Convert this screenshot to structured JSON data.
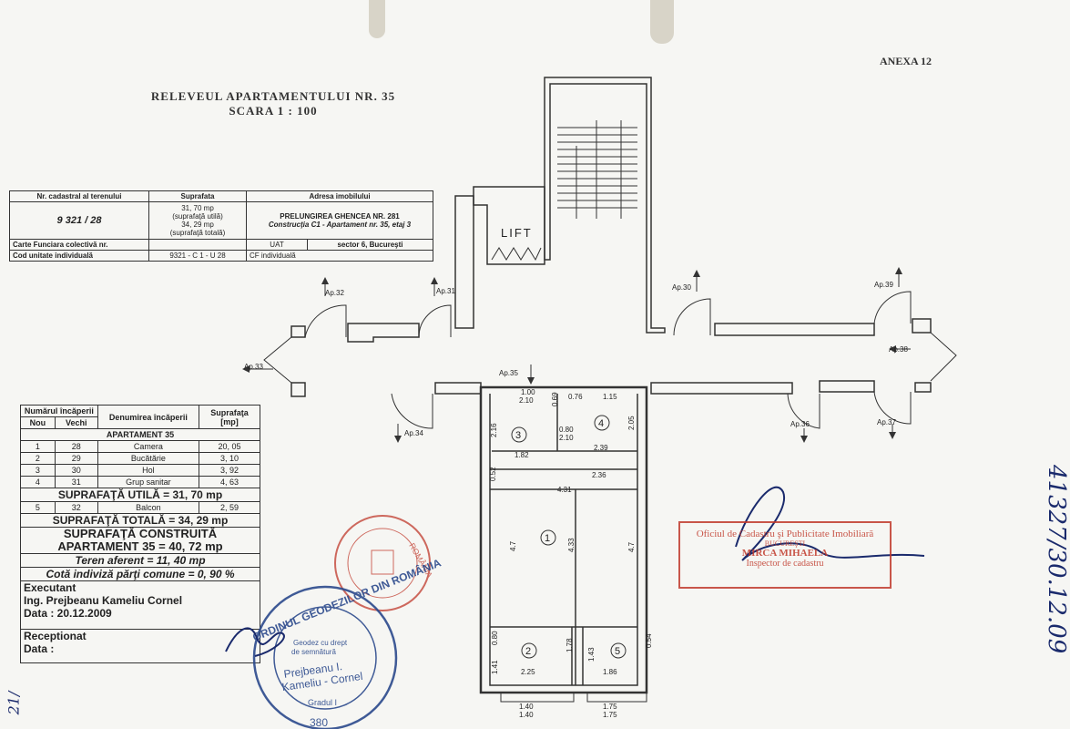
{
  "header": {
    "anexa": "ANEXA 12",
    "title_line1": "RELEVEUL APARTAMENTULUI NR. 35",
    "title_line2": "SCARA 1 : 100"
  },
  "info_table": {
    "col1_header": "Nr. cadastral al terenului",
    "col2_header": "Suprafata",
    "col3_header": "Adresa imobilului",
    "cadastral_nr": "9 321 / 28",
    "surface_line1": "31, 70 mp",
    "surface_line2": "(suprafaţă utilă)",
    "surface_line3": "34, 29 mp",
    "surface_line4": "(suprafaţă totală)",
    "address_line1": "PRELUNGIREA GHENCEA NR. 281",
    "address_line2": "Construcţia C1 - Apartament nr. 35, etaj 3",
    "carte_funciara_label": "Carte Funciara colectivă nr.",
    "uat_label": "UAT",
    "uat_value": "sector 6, Bucureşti",
    "cod_unitate_label": "Cod unitate individuală",
    "cod_unitate_value": "9321 - C 1 - U 28",
    "cf_label": "CF individuală"
  },
  "rooms_table": {
    "h_numarul": "Numărul încăperii",
    "h_denumirea": "Denumirea încăperii",
    "h_suprafata": "Suprafaţa [mp]",
    "h_nou": "Nou",
    "h_vechi": "Vechi",
    "apartment_label": "APARTAMENT 35",
    "rows": [
      {
        "nou": "1",
        "vechi": "28",
        "name": "Camera",
        "area": "20, 05"
      },
      {
        "nou": "2",
        "vechi": "29",
        "name": "Bucătărie",
        "area": "3, 10"
      },
      {
        "nou": "3",
        "vechi": "30",
        "name": "Hol",
        "area": "3, 92"
      },
      {
        "nou": "4",
        "vechi": "31",
        "name": "Grup sanitar",
        "area": "4, 63"
      }
    ],
    "suprafata_utila": "SUPRAFAŢĂ UTILĂ = 31, 70 mp",
    "balcon": {
      "nou": "5",
      "vechi": "32",
      "name": "Balcon",
      "area": "2, 59"
    },
    "suprafata_totala": "SUPRAFAŢĂ TOTALĂ = 34, 29 mp",
    "suprafata_construita_1": "SUPRAFAŢĂ CONSTRUITĂ",
    "suprafata_construita_2": "APARTAMENT 35 = 40, 72 mp",
    "teren_aferent": "Teren aferent = 11, 40 mp",
    "cota_indiviza": "Cotă indiviză părţi comune = 0, 90 %",
    "executant_label": "Executant",
    "executant_name": "Ing. Prejbeanu Kameliu Cornel",
    "executant_date": "Data : 20.12.2009",
    "receptionat_label": "Receptionat",
    "receptionat_date": "Data :"
  },
  "plan": {
    "lift_label": "LIFT",
    "apartments": [
      "Ap.32",
      "Ap.31",
      "Ap.30",
      "Ap.39",
      "Ap.33",
      "Ap.38",
      "Ap.35",
      "Ap.34",
      "Ap.36",
      "Ap.37"
    ],
    "room_numbers": [
      "1",
      "2",
      "3",
      "4",
      "5"
    ],
    "dims": {
      "d100": "1.00",
      "d210a": "2.10",
      "d069": "0.69",
      "d076": "0.76",
      "d115": "1.15",
      "d216": "2.16",
      "d182": "1.82",
      "d080": "0.80",
      "d210b": "2.10",
      "d205": "2.05",
      "d239": "2.39",
      "d052": "0.52",
      "d236": "2.36",
      "d431": "4.31",
      "d47a": "4.7",
      "d433": "4.33",
      "d47b": "4.7",
      "d080b": "0.80",
      "d178": "1.78",
      "d143": "1.43",
      "d054": "0.54",
      "d141": "1.41",
      "d225": "2.25",
      "d186": "1.86",
      "d140a": "1.40",
      "d140b": "1.40",
      "d175a": "1.75",
      "d175b": "1.75"
    }
  },
  "stamps": {
    "oficiu_line1": "Oficiul de Cadastru şi Publicitate Imobiliară",
    "oficiu_line2": "BUCUREŞTI",
    "oficiu_line3": "MIRCA MIHAELA",
    "oficiu_line4": "Inspector de cadastru",
    "geodez_ring": "ORDINUL GEODEZILOR DIN ROMÂNIA",
    "geodez_l1": "Geodez cu drept",
    "geodez_l2": "de semnătură",
    "geodez_l3": "Prejbeanu I.",
    "geodez_l4": "Kameliu - Cornel",
    "geodez_l5": "Gradul I",
    "geodez_num": "380",
    "romania_ring": "ROMÂNIA",
    "handwritten_number": "41327/30.12.09",
    "side_note": "21/"
  },
  "colors": {
    "ink": "#222222",
    "stamp_red": "#c0392b",
    "stamp_blue": "#2c4a8c",
    "signature": "#1a2a6c",
    "paper": "#f6f6f3"
  }
}
